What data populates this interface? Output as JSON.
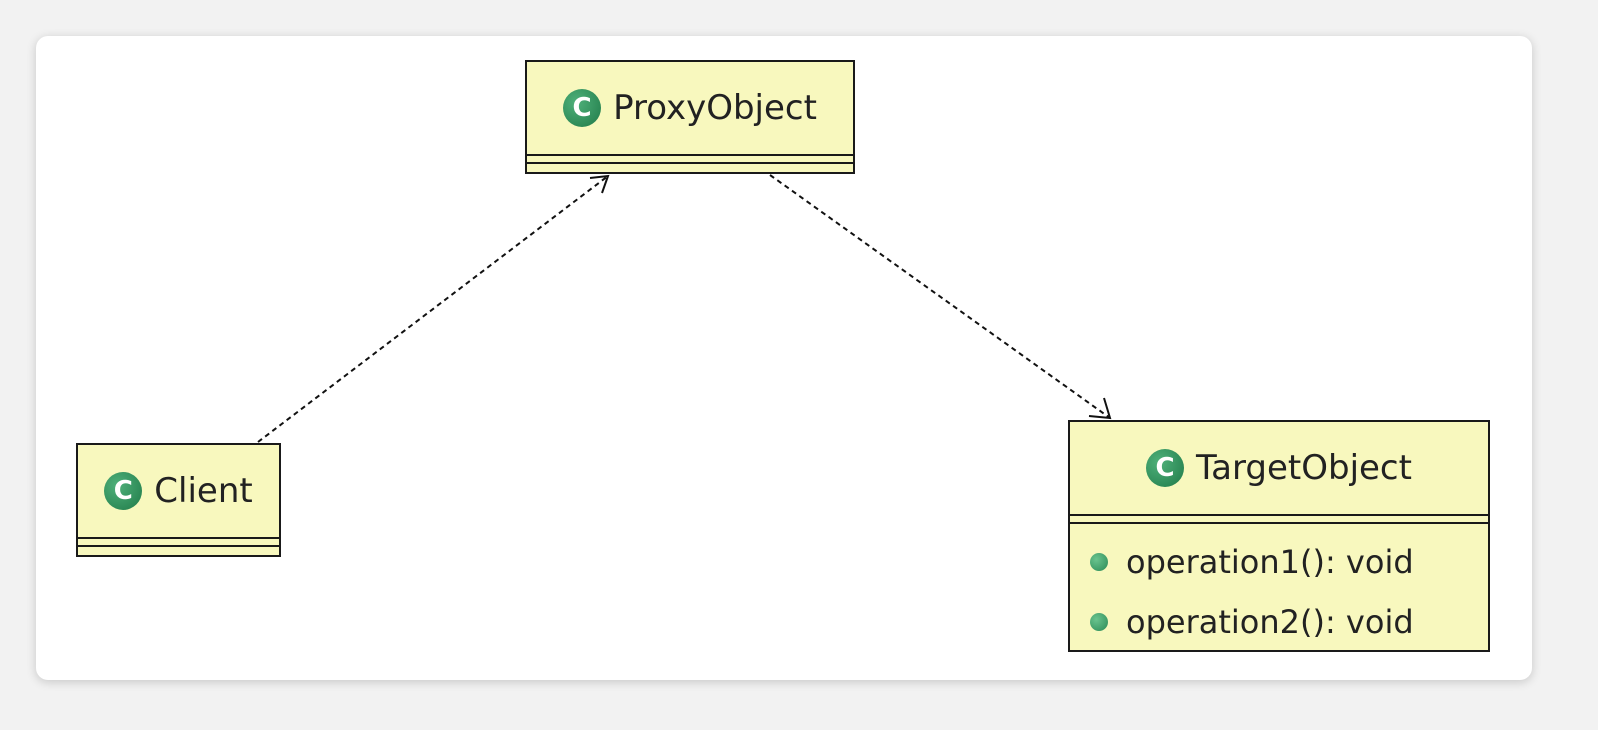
{
  "classes": {
    "proxy": {
      "name": "ProxyObject",
      "icon": "class-icon"
    },
    "client": {
      "name": "Client",
      "icon": "class-icon"
    },
    "target": {
      "name": "TargetObject",
      "icon": "class-icon",
      "operations": [
        "operation1(): void",
        "operation2(): void"
      ]
    }
  },
  "icon_letter": "C",
  "relations": [
    {
      "from": "Client",
      "to": "ProxyObject",
      "kind": "dependency"
    },
    {
      "from": "ProxyObject",
      "to": "TargetObject",
      "kind": "dependency"
    }
  ],
  "colors": {
    "class_fill": "#f8f8be",
    "border": "#1a1a1a",
    "icon_green": "#1f7a48"
  }
}
